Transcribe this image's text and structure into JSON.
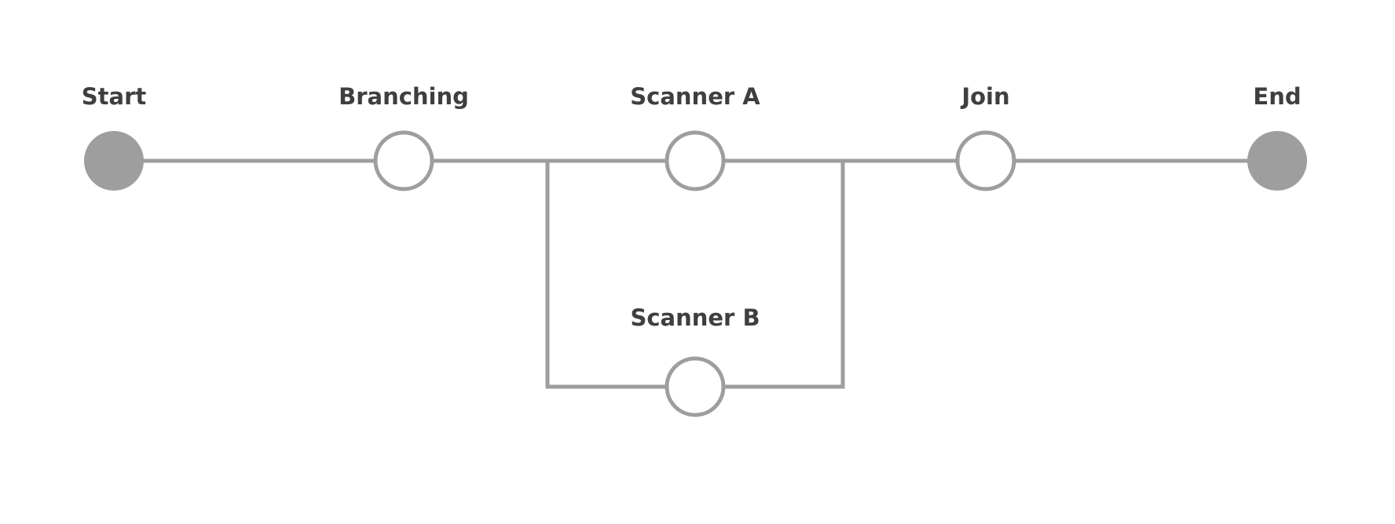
{
  "diagram": {
    "colors": {
      "line": "#9e9e9e",
      "terminal_fill": "#9e9e9e",
      "step_fill": "#ffffff",
      "label": "#3f3f3f"
    },
    "nodes": [
      {
        "id": "start",
        "label": "Start",
        "kind": "terminal"
      },
      {
        "id": "branching",
        "label": "Branching",
        "kind": "step"
      },
      {
        "id": "scanner-a",
        "label": "Scanner A",
        "kind": "step"
      },
      {
        "id": "scanner-b",
        "label": "Scanner B",
        "kind": "step"
      },
      {
        "id": "join",
        "label": "Join",
        "kind": "step"
      },
      {
        "id": "end",
        "label": "End",
        "kind": "terminal"
      }
    ],
    "edges": [
      {
        "from": "start",
        "to": "branching"
      },
      {
        "from": "branching",
        "to": "scanner-a"
      },
      {
        "from": "branching",
        "to": "scanner-b"
      },
      {
        "from": "scanner-a",
        "to": "join"
      },
      {
        "from": "scanner-b",
        "to": "join"
      },
      {
        "from": "join",
        "to": "end"
      }
    ]
  }
}
